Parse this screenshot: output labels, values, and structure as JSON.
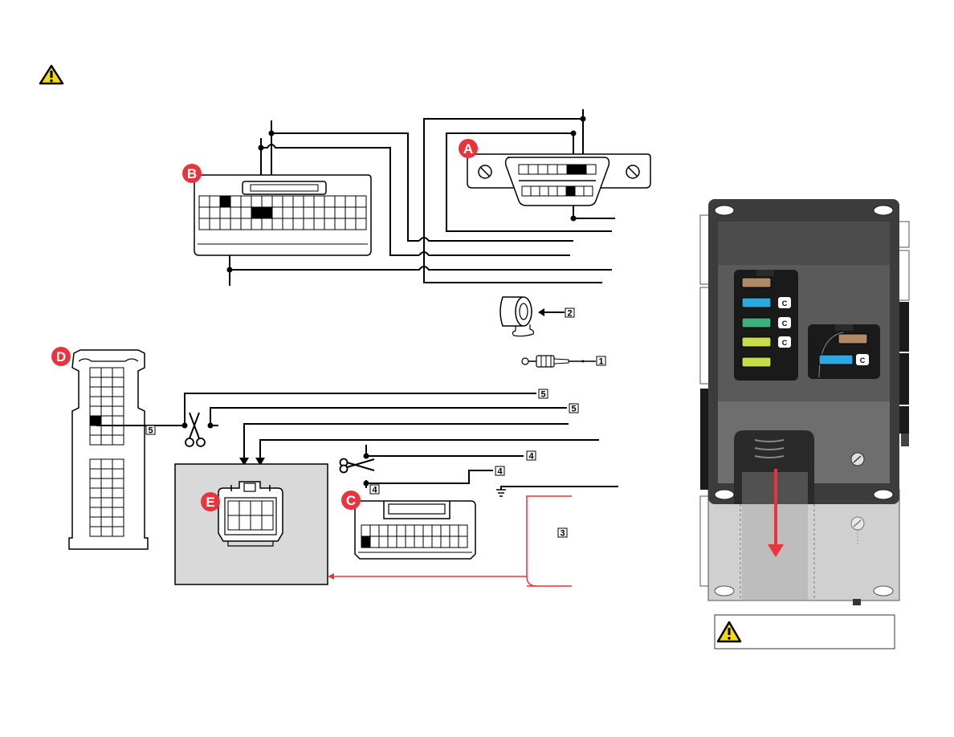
{
  "connectors": {
    "a": {
      "label": "A"
    },
    "b": {
      "label": "B"
    },
    "c": {
      "label": "C"
    },
    "d": {
      "label": "D"
    },
    "e": {
      "label": "E"
    }
  },
  "callouts": {
    "n1": "1",
    "n2": "2",
    "n3": "3",
    "n4a": "4",
    "n4b": "4",
    "n4c": "4",
    "n5a": "5",
    "n5b": "5",
    "n5c": "5"
  },
  "module": {
    "plug_letter": "C"
  },
  "colors": {
    "badge_red": "#e8343c",
    "warning_yellow": "#f6d80c",
    "shade_gray": "#d9d9d9",
    "module_dark": "#3c3c3c",
    "plug_brown": "#b08a66",
    "plug_blue": "#2ba8e0",
    "plug_green": "#3dae7c",
    "plug_lime": "#c8dc4a",
    "arrow_red": "#e8343c"
  },
  "icons": [
    "warning-icon",
    "scissors-icon",
    "ground-icon",
    "horn-icon",
    "antenna-icon"
  ]
}
